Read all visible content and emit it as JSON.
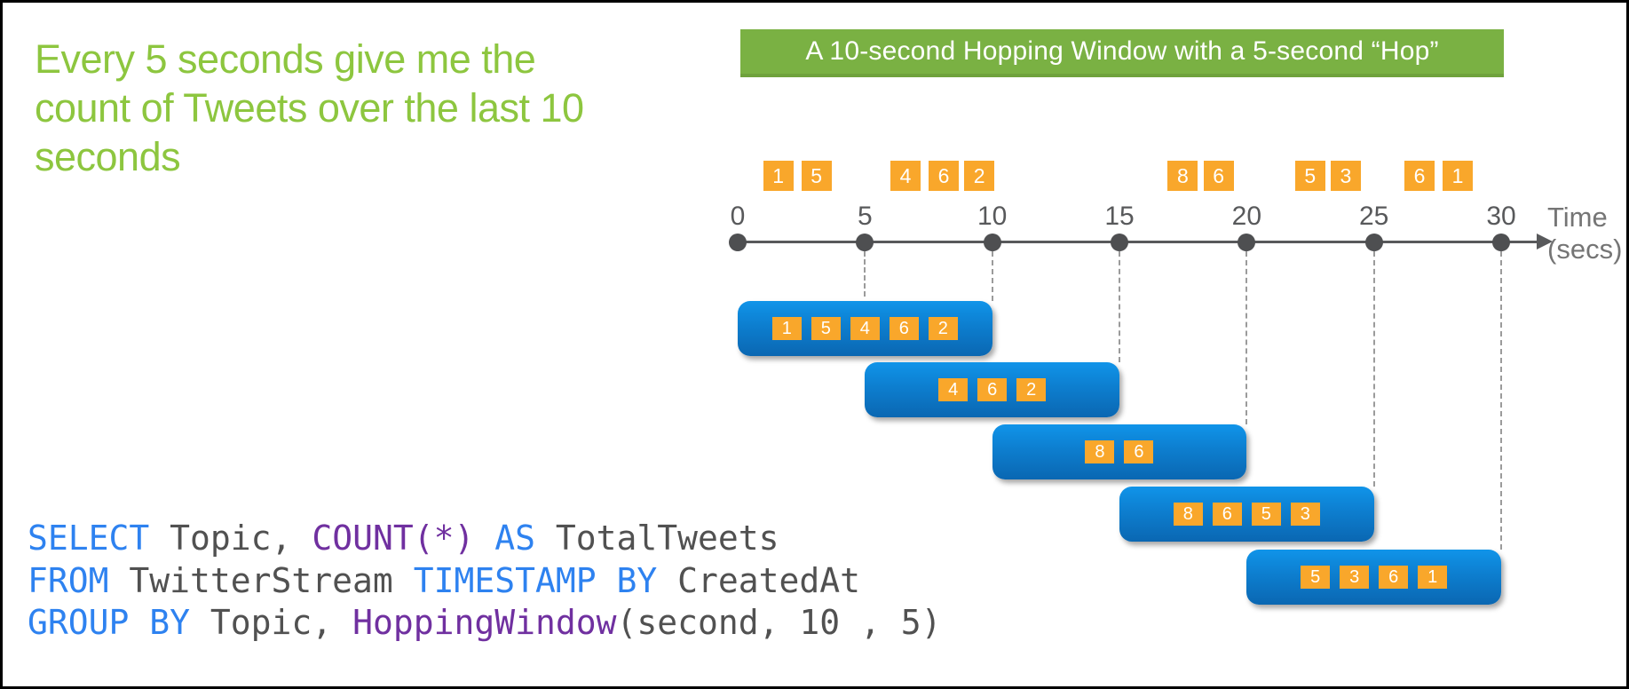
{
  "headline": {
    "text": "Every 5 seconds give me the count of Tweets over the last 10 seconds",
    "lines": [
      "Every 5 seconds give me the",
      "count of Tweets over the last 10",
      "seconds"
    ],
    "color": "#8dc63f"
  },
  "banner": {
    "label": "A 10-second Hopping Window with a 5-second “Hop”",
    "bg_color": "#7ab143",
    "text_color": "#ffffff"
  },
  "timeline": {
    "ticks": [
      0,
      5,
      10,
      15,
      20,
      25,
      30
    ],
    "axis_label_line1": "Time",
    "axis_label_line2": "(secs)",
    "range_secs": [
      0,
      30
    ],
    "event_color": "#f9a72b",
    "axis_color": "#58595b",
    "events": [
      {
        "value": 1,
        "t": 1.0
      },
      {
        "value": 5,
        "t": 2.5
      },
      {
        "value": 4,
        "t": 6.0
      },
      {
        "value": 6,
        "t": 7.5
      },
      {
        "value": 2,
        "t": 8.9
      },
      {
        "value": 8,
        "t": 16.9
      },
      {
        "value": 6,
        "t": 18.3
      },
      {
        "value": 5,
        "t": 21.9
      },
      {
        "value": 3,
        "t": 23.3
      },
      {
        "value": 6,
        "t": 26.2
      },
      {
        "value": 1,
        "t": 27.7
      }
    ]
  },
  "windows": [
    {
      "start": 0,
      "end": 10,
      "events": [
        1,
        5,
        4,
        6,
        2
      ]
    },
    {
      "start": 5,
      "end": 15,
      "events": [
        4,
        6,
        2
      ]
    },
    {
      "start": 10,
      "end": 20,
      "events": [
        8,
        6
      ]
    },
    {
      "start": 15,
      "end": 25,
      "events": [
        8,
        6,
        5,
        3
      ]
    },
    {
      "start": 20,
      "end": 30,
      "events": [
        5,
        3,
        6,
        1
      ]
    }
  ],
  "window_style": {
    "fill_top": "#1094e9",
    "fill_bottom": "#0a67b2"
  },
  "code": {
    "keyword_color": "#2e82f0",
    "function_color": "#7030a0",
    "plain_color": "#515151",
    "lines": [
      {
        "tokens": [
          {
            "text": "SELECT",
            "type": "keyword"
          },
          {
            "text": " Topic, ",
            "type": "plain"
          },
          {
            "text": "COUNT(*)",
            "type": "function"
          },
          {
            "text": " ",
            "type": "plain"
          },
          {
            "text": "AS",
            "type": "keyword"
          },
          {
            "text": " TotalTweets",
            "type": "plain"
          }
        ]
      },
      {
        "tokens": [
          {
            "text": "FROM",
            "type": "keyword"
          },
          {
            "text": " TwitterStream ",
            "type": "plain"
          },
          {
            "text": "TIMESTAMP BY",
            "type": "keyword"
          },
          {
            "text": " CreatedAt",
            "type": "plain"
          }
        ]
      },
      {
        "tokens": [
          {
            "text": "GROUP BY",
            "type": "keyword"
          },
          {
            "text": " Topic, ",
            "type": "plain"
          },
          {
            "text": "HoppingWindow",
            "type": "function"
          },
          {
            "text": "(second, 10 , 5)",
            "type": "plain"
          }
        ]
      }
    ]
  }
}
